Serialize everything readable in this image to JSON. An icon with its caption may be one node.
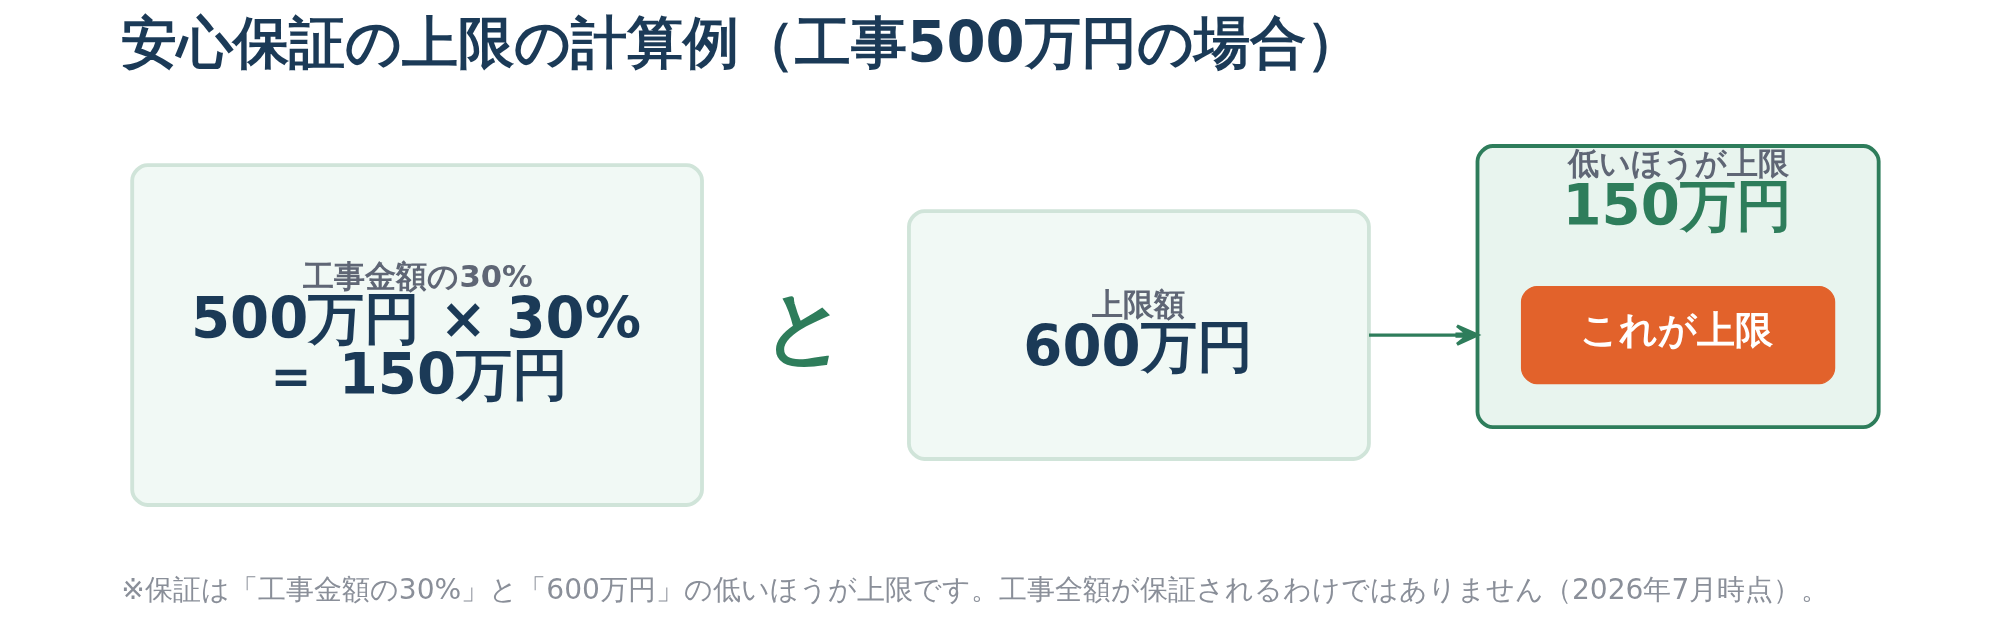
{
  "diagram": {
    "title": "安心保証の上限の計算例（工事500万円の場合）",
    "nodes": [
      {
        "text": [
          "工事金額の30%",
          "500万円 × 30% ＝ 150万円"
        ]
      },
      {
        "text": [
          "上限額",
          "600万円"
        ]
      },
      {
        "text": [
          "低いほうが上限",
          "150万円"
        ]
      },
      {
        "text": [
          "これが上限"
        ],
        "in": 2
      }
    ],
    "edges": [
      {
        "from": 1,
        "to": 2,
        "arrow": "to"
      }
    ],
    "labels": [
      "と",
      "※保証は「工事金額の30%」と「600万円」の低いほうが上限です。工事全額が保証されるわけではありません（2026年7月時点）。"
    ]
  }
}
